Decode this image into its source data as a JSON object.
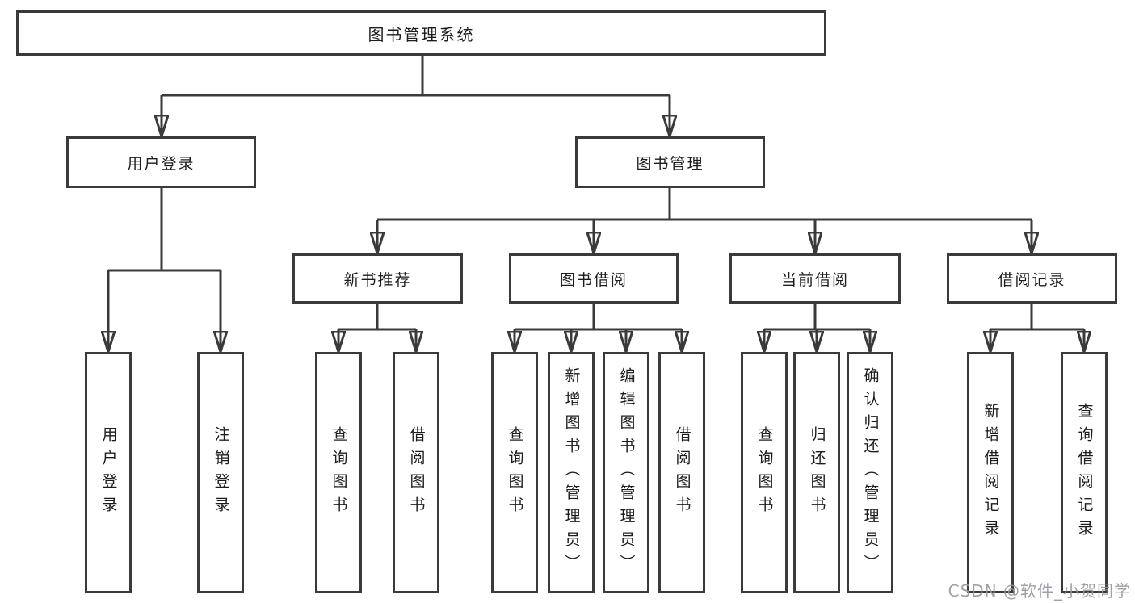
{
  "diagram": {
    "type": "tree-diagram",
    "root": {
      "label": "图书管理系统"
    },
    "level2": [
      {
        "label": "用户登录"
      },
      {
        "label": "图书管理"
      }
    ],
    "level3": [
      {
        "label": "新书推荐",
        "parent": "图书管理"
      },
      {
        "label": "图书借阅",
        "parent": "图书管理"
      },
      {
        "label": "当前借阅",
        "parent": "图书管理"
      },
      {
        "label": "借阅记录",
        "parent": "图书管理"
      }
    ],
    "leaves": [
      {
        "label": "用户登录",
        "parent": "用户登录"
      },
      {
        "label": "注销登录",
        "parent": "用户登录"
      },
      {
        "label": "查询图书",
        "parent": "新书推荐"
      },
      {
        "label": "借阅图书",
        "parent": "新书推荐"
      },
      {
        "label": "查询图书",
        "parent": "图书借阅"
      },
      {
        "label": "新增图书（管理员）",
        "parent": "图书借阅"
      },
      {
        "label": "编辑图书（管理员）",
        "parent": "图书借阅"
      },
      {
        "label": "借阅图书",
        "parent": "图书借阅"
      },
      {
        "label": "查询图书",
        "parent": "当前借阅"
      },
      {
        "label": "归还图书",
        "parent": "当前借阅"
      },
      {
        "label": "确认归还（管理员）",
        "parent": "当前借阅"
      },
      {
        "label": "新增借阅记录",
        "parent": "借阅记录"
      },
      {
        "label": "查询借阅记录",
        "parent": "借阅记录"
      }
    ],
    "colors": {
      "line": "#3a3a3a",
      "text": "#1c1c1c",
      "box_background": "#ffffff",
      "watermark": "#969aa2"
    },
    "watermark": "CSDN @软件_小贺同学"
  }
}
